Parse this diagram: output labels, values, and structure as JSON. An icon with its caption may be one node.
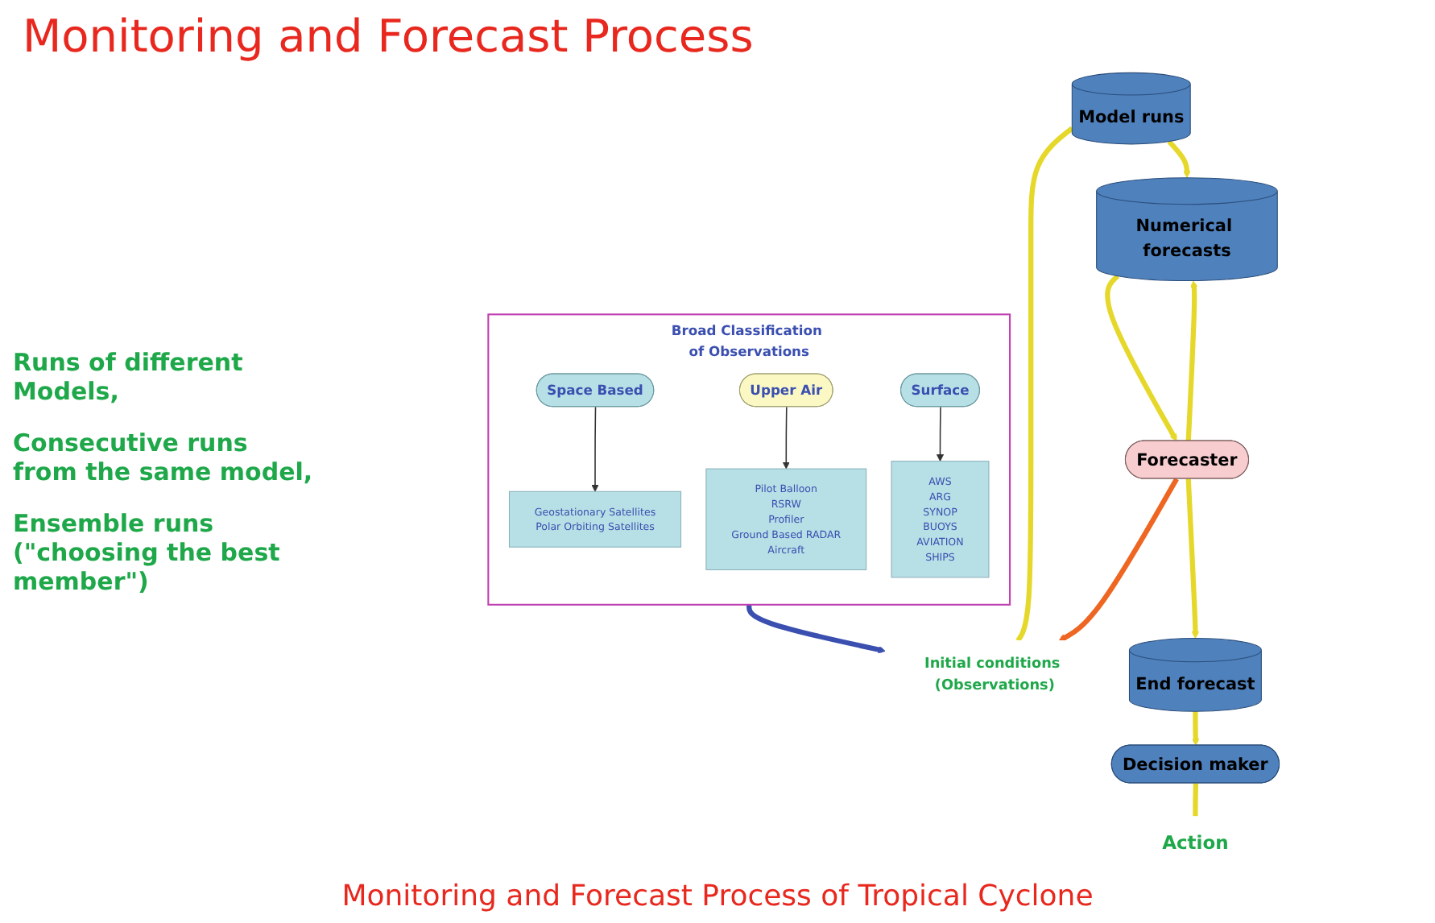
{
  "diagram": {
    "title": "Monitoring and Forecast Process",
    "caption": "Monitoring and Forecast Process of Tropical Cyclone",
    "nodes": [
      {
        "text": [
          "Broad Classification of Observations"
        ]
      },
      {
        "text": [
          "Space Based"
        ],
        "in": 0
      },
      {
        "text": [
          "Geostationary Satellites",
          "Polar Orbiting Satellites"
        ],
        "in": 0
      },
      {
        "text": [
          "Upper Air"
        ],
        "in": 0
      },
      {
        "text": [
          "Pilot Balloon",
          "RSRW",
          "Profiler",
          "Ground Based RADAR",
          "Aircraft"
        ],
        "in": 0
      },
      {
        "text": [
          "Surface"
        ],
        "in": 0
      },
      {
        "text": [
          "AWS",
          "ARG",
          "SYNOP",
          "BUOYS",
          "AVIATION",
          "SHIPS"
        ],
        "in": 0
      },
      {
        "text": [
          "Initial conditions (Observations)"
        ]
      },
      {
        "text": [
          "Model runs"
        ]
      },
      {
        "text": [
          "Numerical forecasts"
        ]
      },
      {
        "text": [
          "Forecaster"
        ]
      },
      {
        "text": [
          "End forecast"
        ]
      },
      {
        "text": [
          "Decision maker"
        ]
      },
      {
        "text": [
          "Action"
        ]
      }
    ],
    "edges": [
      {
        "from": 0,
        "to": 7,
        "arrow": "to",
        "color": "#3a4fb0"
      },
      {
        "from": 1,
        "to": 2,
        "arrow": "to",
        "color": "#333333"
      },
      {
        "from": 3,
        "to": 4,
        "arrow": "to",
        "color": "#333333"
      },
      {
        "from": 5,
        "to": 6,
        "arrow": "to",
        "color": "#333333"
      },
      {
        "from": 10,
        "to": 7,
        "arrow": "to",
        "color": "#ee6622"
      },
      {
        "from": 8,
        "to": 7,
        "arrow": "none"
      },
      {
        "from": 8,
        "to": 9,
        "arrow": "to"
      },
      {
        "from": 9,
        "to": 10,
        "arrow": "to"
      },
      {
        "from": 10,
        "to": 9,
        "arrow": "to"
      },
      {
        "from": 10,
        "to": 11,
        "arrow": "to"
      },
      {
        "from": 11,
        "to": 12,
        "arrow": "to"
      },
      {
        "from": 12,
        "to": 13,
        "arrow": "none"
      }
    ],
    "labels": [
      "Runs of different Models,",
      "Consecutive runs from the same model,",
      "Ensemble runs (\"choosing the best member\")"
    ]
  }
}
